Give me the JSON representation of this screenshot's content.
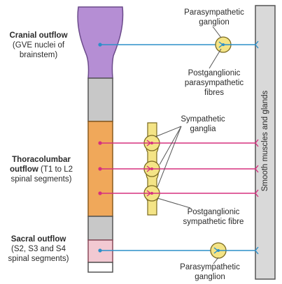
{
  "labels": {
    "cranial": {
      "title": "Cranial outflow",
      "line1": "(GVE nuclei of",
      "line2": "brainstem)"
    },
    "thoracolumbar": {
      "title1": "Thoracolumbar",
      "title2": "outflow",
      "title2_rest": " (T1 to L2",
      "line3": "spinal segments)"
    },
    "sacral": {
      "title": "Sacral outflow",
      "line1": "(S2, S3 and S4",
      "line2": "spinal segments)"
    },
    "parasym_top": {
      "line1": "Parasympathetic",
      "line2": "ganglion"
    },
    "postgang_para": {
      "line1": "Postganglionic",
      "line2": "parasympathetic",
      "line3": "fibres"
    },
    "sym_ganglia": {
      "line1": "Sympathetic",
      "line2": "ganglia"
    },
    "postgang_sym": {
      "line1": "Postganglionic",
      "line2": "sympathetic fibre"
    },
    "parasym_bottom": {
      "line1": "Parasympathetic",
      "line2": "ganglion"
    },
    "effector": "Smooth muscles and glands"
  },
  "colors": {
    "cranial_fill": "#b58ed4",
    "thoracolumbar_fill": "#f0a85a",
    "sacral_fill": "#f2c9d2",
    "column_grey": "#c8c8c8",
    "effector_fill": "#d9d9d9",
    "ganglion_fill": "#f4e486",
    "parasym_line": "#2b8fc9",
    "sym_line": "#d6307f",
    "leader_line": "#555555"
  }
}
